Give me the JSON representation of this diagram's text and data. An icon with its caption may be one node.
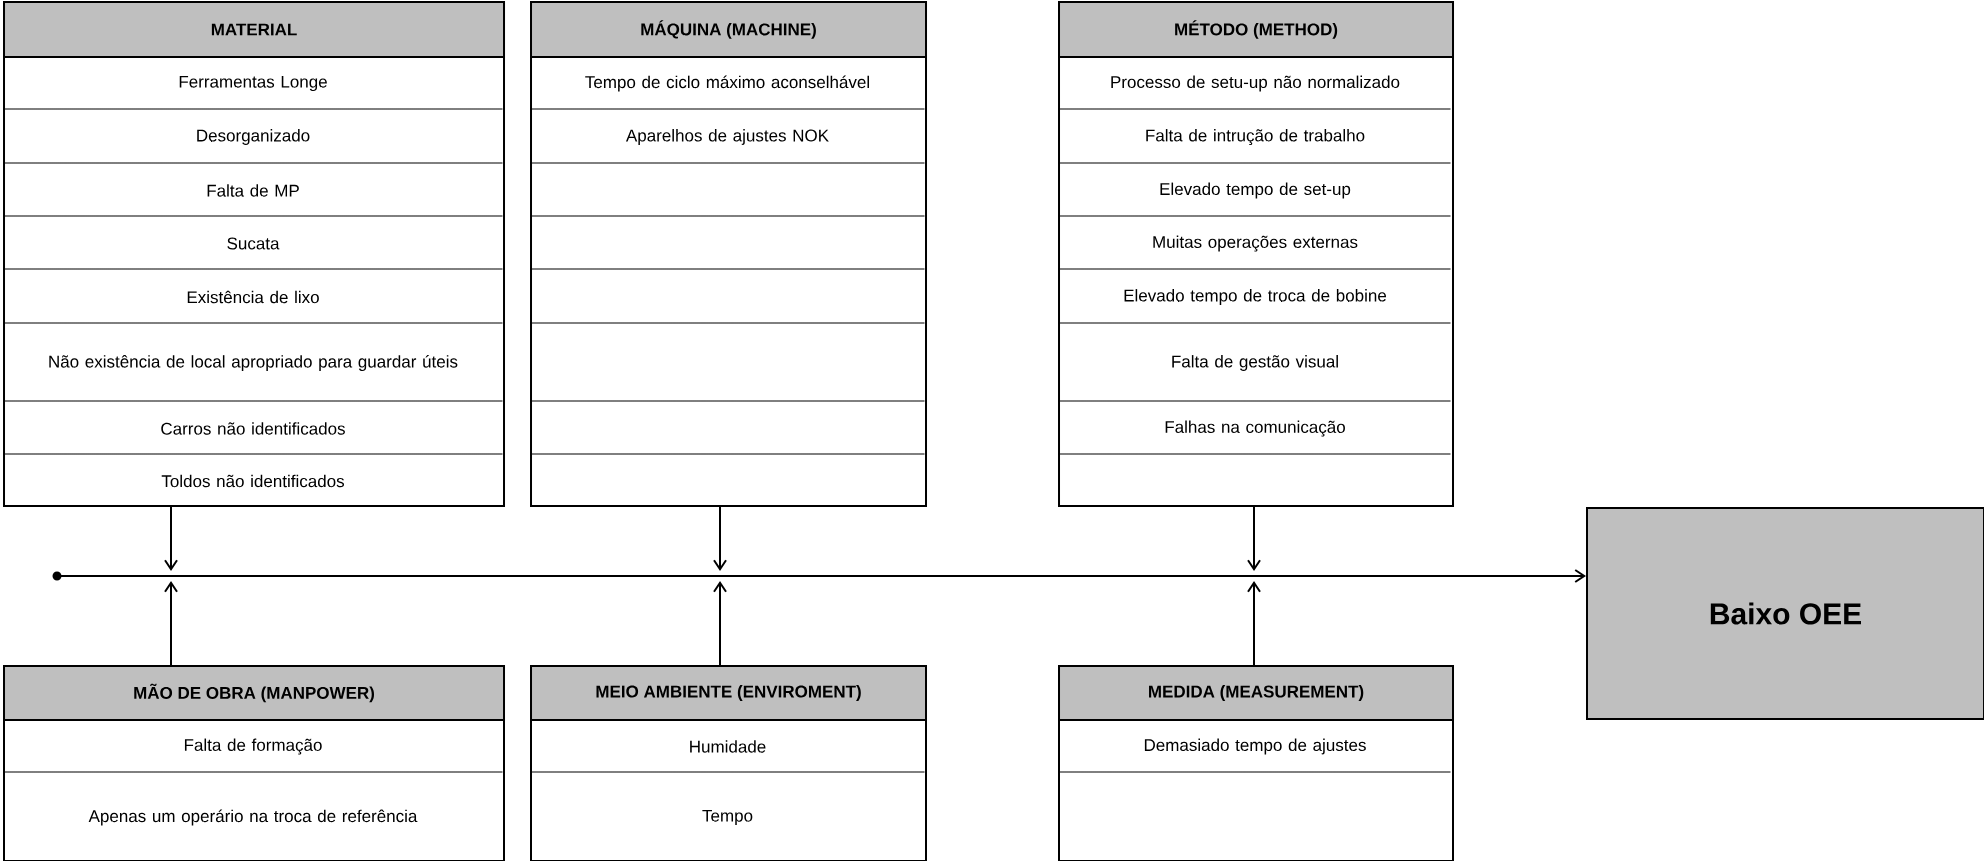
{
  "diagram": {
    "nodes": [
      {
        "text": [
          "MATERIAL",
          "Ferramentas Longe",
          "Desorganizado",
          "Falta de MP",
          "Sucata",
          "Existência de lixo",
          "Não existência de local apropriado para guardar úteis",
          "Carros não identificados",
          "Toldos não identificados"
        ]
      },
      {
        "text": [
          "MÁQUINA (MACHINE)",
          "Tempo de ciclo máximo aconselhável",
          "Aparelhos de ajustes NOK"
        ]
      },
      {
        "text": [
          "MÉTODO (METHOD)",
          "Processo de setu-up não normalizado",
          "Falta de intrução de trabalho",
          "Elevado tempo de set-up",
          "Muitas operações externas",
          "Elevado tempo de troca de bobine",
          "Falta de gestão visual",
          "Falhas na comunicação"
        ]
      },
      {
        "text": [],
        "shape": "circle"
      },
      {
        "text": [
          "Baixo OEE"
        ]
      },
      {
        "text": [
          "MÃO DE OBRA (MANPOWER)",
          "Falta de formação",
          "Apenas um operário na troca de referência"
        ]
      },
      {
        "text": [
          "MEIO AMBIENTE (ENVIROMENT)",
          "Humidade",
          "Tempo"
        ]
      },
      {
        "text": [
          "MEDIDA (MEASUREMENT)",
          "Demasiado tempo de ajustes"
        ]
      }
    ],
    "edges": [
      {
        "from": 0,
        "to": null,
        "arrow": "to"
      },
      {
        "from": 1,
        "to": null,
        "arrow": "to"
      },
      {
        "from": 2,
        "to": null,
        "arrow": "to"
      },
      {
        "from": 5,
        "to": null,
        "arrow": "to"
      },
      {
        "from": 6,
        "to": null,
        "arrow": "to"
      },
      {
        "from": 7,
        "to": null,
        "arrow": "to"
      },
      {
        "from": 3,
        "to": 4,
        "arrow": "to"
      }
    ]
  }
}
